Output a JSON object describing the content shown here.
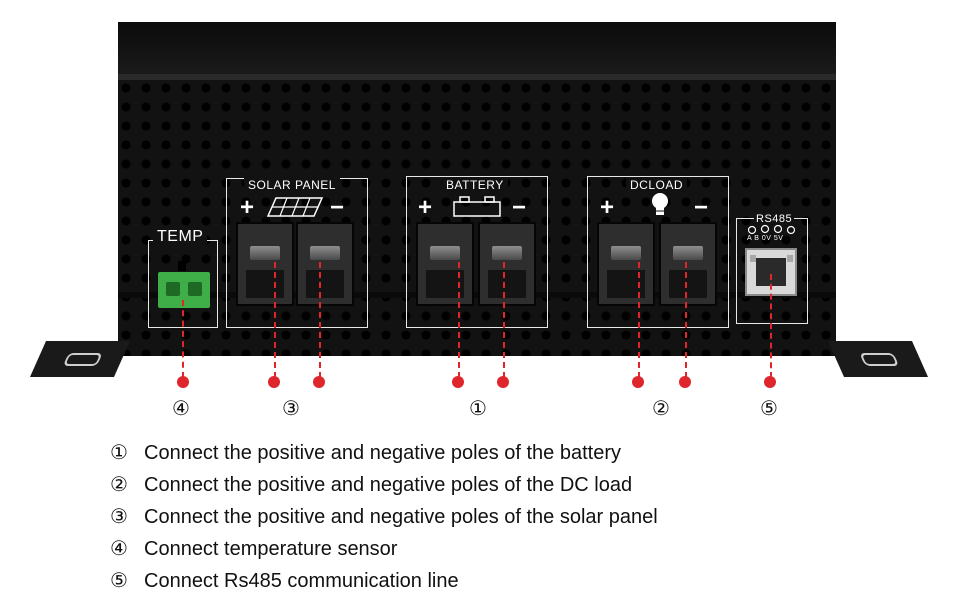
{
  "device": {
    "ports": {
      "temp_label": "TEMP",
      "solar_label": "SOLAR PANEL",
      "battery_label": "BATTERY",
      "dcload_label": "DCLOAD",
      "rs485_label": "RS485",
      "rs485_pins": "A B 0V 5V",
      "plus_sign": "+",
      "minus_sign": "−"
    }
  },
  "callouts": {
    "temp": "④",
    "solar": "③",
    "battery": "①",
    "dcload": "②",
    "rs485": "⑤"
  },
  "legend": [
    {
      "num": "①",
      "text": "Connect the positive and negative poles of the battery"
    },
    {
      "num": "②",
      "text": "Connect the positive and negative poles of the DC load"
    },
    {
      "num": "③",
      "text": "Connect the positive and negative poles of the solar panel"
    },
    {
      "num": "④",
      "text": "Connect temperature sensor"
    },
    {
      "num": "⑤",
      "text": "Connect Rs485 communication line"
    }
  ],
  "colors": {
    "accent": "#e0262d",
    "connector_green": "#3fae49"
  }
}
